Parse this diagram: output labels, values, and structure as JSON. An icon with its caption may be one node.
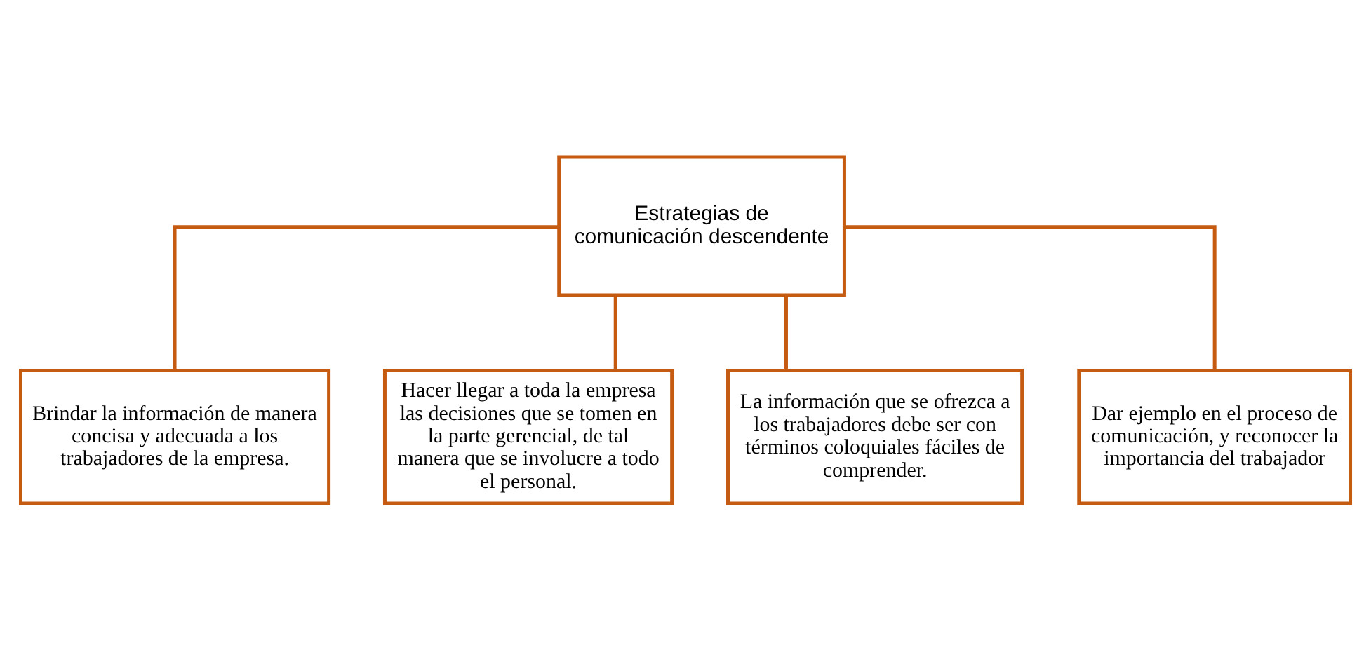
{
  "diagram": {
    "nodes": [
      {
        "text": [
          "Estrategias de comunicación descendente"
        ]
      },
      {
        "text": [
          "Brindar la información de manera concisa y adecuada a los trabajadores de la empresa."
        ]
      },
      {
        "text": [
          "Hacer llegar a toda la empresa las decisiones que se tomen en la parte gerencial, de tal manera que se involucre a todo el personal."
        ]
      },
      {
        "text": [
          "La información que se ofrezca a los trabajadores debe ser con términos coloquiales fáciles de comprender."
        ]
      },
      {
        "text": [
          "Dar ejemplo en el proceso de comunicación, y reconocer la importancia del trabajador"
        ]
      }
    ],
    "edges": [
      {
        "from": 0,
        "to": 1,
        "arrow": "none"
      },
      {
        "from": 0,
        "to": 2,
        "arrow": "none"
      },
      {
        "from": 0,
        "to": 3,
        "arrow": "none"
      },
      {
        "from": 0,
        "to": 4,
        "arrow": "none"
      }
    ]
  }
}
